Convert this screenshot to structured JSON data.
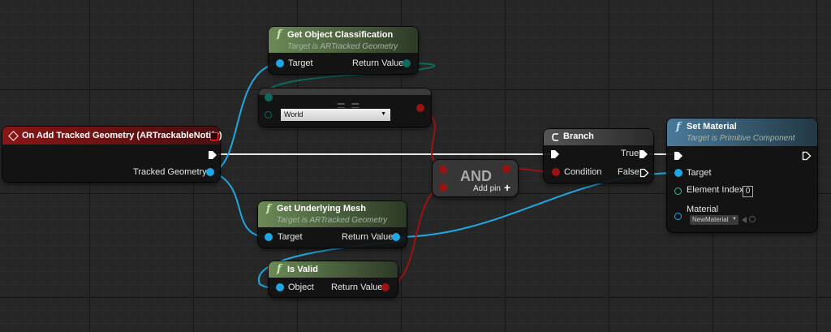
{
  "nodes": {
    "event": {
      "title": "On Add Tracked Geometry (ARTrackableNotify)",
      "pin_tracked_geometry": "Tracked Geometry"
    },
    "get_object_classification": {
      "title": "Get Object Classification",
      "subtitle": "Target is ARTracked Geometry",
      "pin_target": "Target",
      "pin_return": "Return Value"
    },
    "equals": {
      "symbol": "= =",
      "dropdown_value": "World"
    },
    "and": {
      "title": "AND",
      "add_pin": "Add pin"
    },
    "branch": {
      "title": "Branch",
      "pin_condition": "Condition",
      "pin_true": "True",
      "pin_false": "False"
    },
    "set_material": {
      "title": "Set Material",
      "subtitle": "Target is Primitive Component",
      "pin_target": "Target",
      "pin_element_index": "Element Index",
      "element_index_value": "0",
      "pin_material": "Material",
      "material_value": "NewMaterial"
    },
    "get_underlying_mesh": {
      "title": "Get Underlying Mesh",
      "subtitle": "Target is ARTracked Geometry",
      "pin_target": "Target",
      "pin_return": "Return Value"
    },
    "is_valid": {
      "title": "Is Valid",
      "pin_object": "Object",
      "pin_return": "Return Value"
    }
  },
  "icons": {
    "function": "f",
    "add": "+",
    "dropdown": "▼",
    "event": "diamond-icon",
    "branch": "branch-icon"
  },
  "colors": {
    "object_pin": "#1ea7e1",
    "bool_pin": "#9b1212",
    "enum_pin": "#0c6b5c",
    "int_pin": "#25c4a0",
    "exec_pin": "#ffffff",
    "event_header": "#7d1414",
    "function_header": "#5d7f4a",
    "pure_header": "#5e7a4a",
    "set_material_header": "#3d6d8c"
  }
}
